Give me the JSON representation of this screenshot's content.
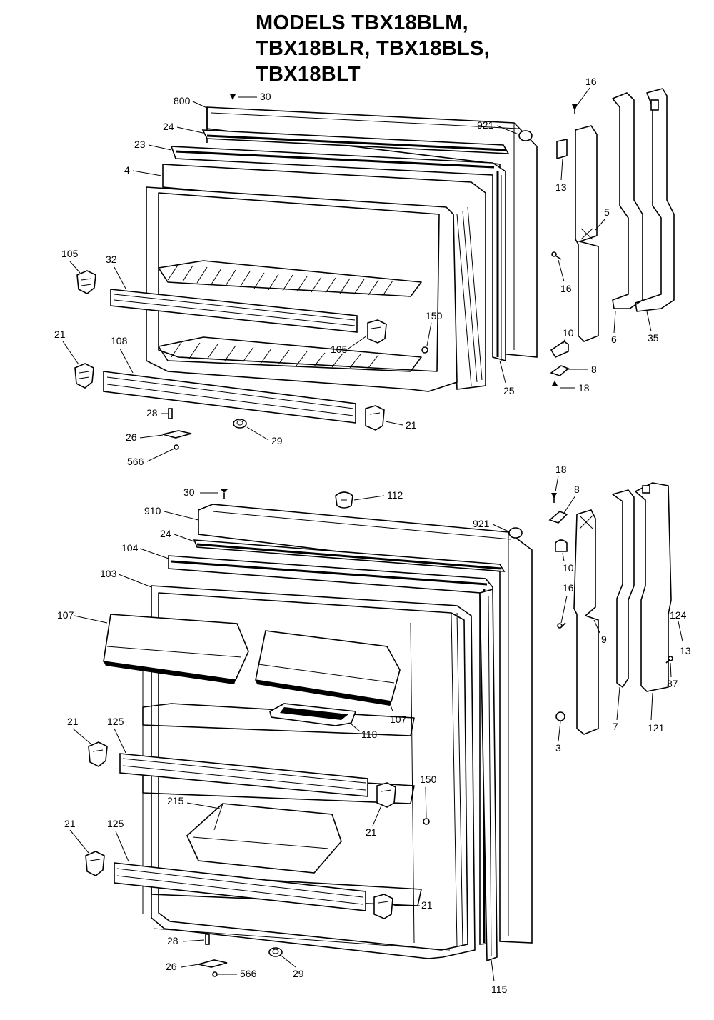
{
  "title_lines": [
    "MODELS TBX18BLM,",
    "TBX18BLR, TBX18BLS,",
    "TBX18BLT"
  ],
  "freezer_labels": {
    "l800": "800",
    "l30": "30",
    "l24": "24",
    "l23": "23",
    "l4": "4",
    "l921": "921",
    "l16a": "16",
    "l13": "13",
    "l5": "5",
    "l16b": "16",
    "l6": "6",
    "l35": "35",
    "l105a": "105",
    "l32": "32",
    "l150": "150",
    "l105b": "105",
    "l10": "10",
    "l8": "8",
    "l18": "18",
    "l21": "21",
    "l108": "108",
    "l25": "25",
    "l28": "28",
    "l21b": "21",
    "l26": "26",
    "l29": "29",
    "l566": "566"
  },
  "fresh_labels": {
    "l30": "30",
    "l112": "112",
    "l18": "18",
    "l8": "8",
    "l910": "910",
    "l921": "921",
    "l24": "24",
    "l10": "10",
    "l104": "104",
    "l103": "103",
    "l16": "16",
    "l107a": "107",
    "l9": "9",
    "l124": "124",
    "l13": "13",
    "l87": "87",
    "l107b": "107",
    "l118": "118",
    "l7": "7",
    "l121": "121",
    "l3": "3",
    "l21a": "21",
    "l125a": "125",
    "l150": "150",
    "l215": "215",
    "l21b": "21",
    "l21c": "21",
    "l125b": "125",
    "l21d": "21",
    "l28": "28",
    "l26": "26",
    "l566": "566",
    "l29": "29",
    "l115": "115"
  }
}
